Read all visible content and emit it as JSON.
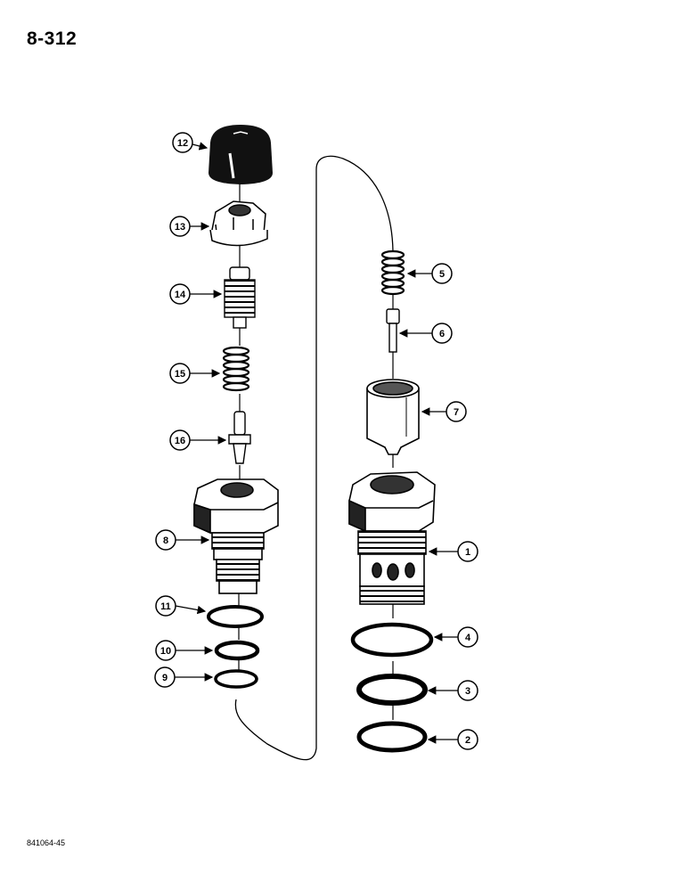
{
  "page": {
    "number": "8-312",
    "figure_code": "841064-45"
  },
  "callouts": [
    {
      "id": "c12",
      "label": "12"
    },
    {
      "id": "c13",
      "label": "13"
    },
    {
      "id": "c14",
      "label": "14"
    },
    {
      "id": "c15",
      "label": "15"
    },
    {
      "id": "c16",
      "label": "16"
    },
    {
      "id": "c8",
      "label": "8"
    },
    {
      "id": "c11",
      "label": "11"
    },
    {
      "id": "c10",
      "label": "10"
    },
    {
      "id": "c9",
      "label": "9"
    },
    {
      "id": "c5",
      "label": "5"
    },
    {
      "id": "c6",
      "label": "6"
    },
    {
      "id": "c7",
      "label": "7"
    },
    {
      "id": "c1",
      "label": "1"
    },
    {
      "id": "c4",
      "label": "4"
    },
    {
      "id": "c3",
      "label": "3"
    },
    {
      "id": "c2",
      "label": "2"
    }
  ]
}
